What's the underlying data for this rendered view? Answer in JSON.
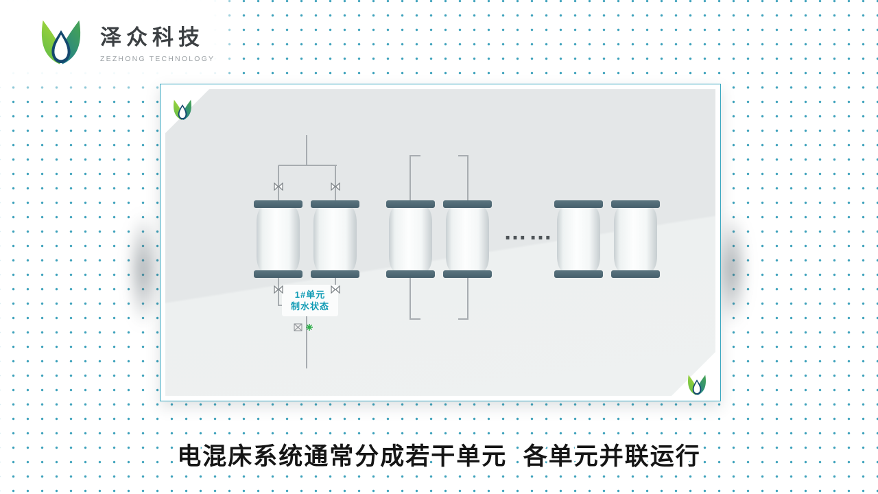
{
  "header": {
    "brand_cn": "泽众科技",
    "brand_en": "ZEZHONG TECHNOLOGY"
  },
  "slide": {
    "unit_label_line1": "1#单元",
    "unit_label_line2": "制水状态",
    "ellipsis": "……"
  },
  "caption": {
    "text": "电混床系统通常分成若干单元  各单元并联运行"
  },
  "colors": {
    "dot_pattern": "#2998b4",
    "card_border": "#37a6bf",
    "vessel_cap": "#4b6674",
    "unit_label_text": "#129cb5",
    "caption_text": "#151515",
    "logo_green": "#59b84a",
    "logo_teal": "#1e7d92",
    "logo_navy": "#14486e"
  }
}
